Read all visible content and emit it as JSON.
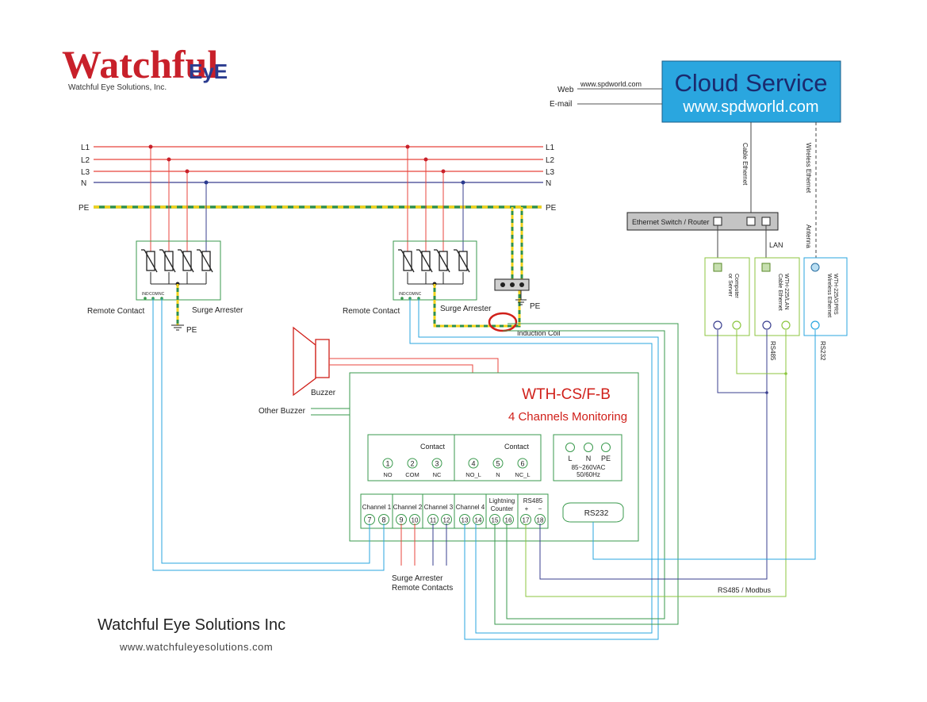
{
  "brand": {
    "logo_word": "Watchful",
    "logo_suffix": "EyE",
    "logo_tagline": "Watchful Eye Solutions, Inc.",
    "footer_name": "Watchful Eye Solutions Inc",
    "footer_url": "www.watchfuleyesolutions.com",
    "primary_red": "#c8202a",
    "accent_blue": "#2a3b8f"
  },
  "cloud": {
    "title": "Cloud Service",
    "url": "www.spdworld.com",
    "web_label": "Web",
    "web_url": "www.spdworld.com",
    "email_label": "E-mail",
    "fill": "#2aa6df"
  },
  "lines": {
    "l1": "L1",
    "l2": "L2",
    "l3": "L3",
    "n": "N",
    "pe": "PE",
    "pe_ground": "PE"
  },
  "arresters": {
    "remote_contact": "Remote Contact",
    "surge_arrester": "Surge Arrester",
    "terminals": [
      "IND",
      "COM",
      "NC"
    ]
  },
  "induction_coil": "Induction Coil",
  "buzzer": "Buzzer",
  "other_buzzer": "Other Buzzer",
  "network": {
    "switch": "Ethernet Switch / Router",
    "cable_ethernet": "Cable Ethernet",
    "wireless_ethernet": "Wireless Ethernet",
    "lan": "LAN",
    "antenna": "Antenna",
    "computer": "Computer or Server",
    "computer_l1": "Computer",
    "computer_l2": "or Server",
    "wth_lan_l1": "WTH-225/LAN",
    "wth_lan_l2": "Cable Ethernet",
    "wth_gprs_l1": "WTH-225/GPRS",
    "wth_gprs_l2": "Wireless Ethernet",
    "rs485": "RS485",
    "rs232": "RS232",
    "rs485_modbus": "RS485 / Modbus"
  },
  "device": {
    "model": "WTH-CS/F-B",
    "subtitle": "4 Channels Monitoring",
    "contact": "Contact",
    "contact_terminals": [
      {
        "num": "1",
        "label": "NO"
      },
      {
        "num": "2",
        "label": "COM"
      },
      {
        "num": "3",
        "label": "NC"
      },
      {
        "num": "4",
        "label": "NO_L"
      },
      {
        "num": "5",
        "label": "N"
      },
      {
        "num": "6",
        "label": "NC_L"
      }
    ],
    "power_terminals": [
      "L",
      "N",
      "PE"
    ],
    "power_spec": "85~260VAC",
    "power_freq": "50/60Hz",
    "channels": [
      "Channel 1",
      "Channel 2",
      "Channel 3",
      "Channel 4"
    ],
    "lightning_l1": "Lightning",
    "lightning_l2": "Counter",
    "rs485": "RS485",
    "rs485_plus": "+",
    "rs485_minus": "−",
    "channel_terminals": [
      "7",
      "8",
      "9",
      "10",
      "11",
      "12",
      "13",
      "14",
      "15",
      "16",
      "17",
      "18"
    ],
    "rs232": "RS232"
  },
  "surge_remote_l1": "Surge Arrester",
  "surge_remote_l2": "Remote Contacts"
}
